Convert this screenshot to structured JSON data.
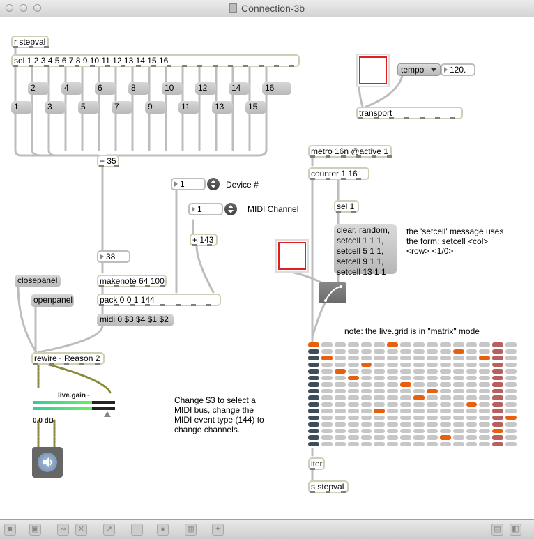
{
  "window": {
    "title": "Connection-3b"
  },
  "objects": {
    "r_stepval": "r stepval",
    "sel": "sel 1 2 3 4 5 6 7 8 9 10 11 12 13 14 15 16",
    "plus35": "+ 35",
    "number38": "38",
    "makenote": "makenote 64 100",
    "pack": "pack 0 0 1 144",
    "midi_msg": "midi 0 $3 $4 $1 $2",
    "closepanel": "closepanel",
    "openpanel": "openpanel",
    "rewire": "rewire~ Reason 2",
    "transport": "transport",
    "tempo_menu": "tempo",
    "tempo_value": "120.",
    "device_value": "1",
    "device_label": "Device #",
    "channel_value": "1",
    "channel_label": "MIDI Channel",
    "plus143": "+ 143",
    "metro": "metro 16n @active 1",
    "counter": "counter 1 16",
    "sel1": "sel 1",
    "setcell_msg": [
      "clear, random,",
      "setcell 1 1 1,",
      "setcell 5 1 1,",
      "setcell 9 1 1,",
      "setcell 13 1 1"
    ],
    "iter": "iter",
    "s_stepval": "s stepval"
  },
  "step_messages": [
    "1",
    "2",
    "3",
    "4",
    "5",
    "6",
    "7",
    "8",
    "9",
    "10",
    "11",
    "12",
    "13",
    "14",
    "15",
    "16"
  ],
  "comments": {
    "setcell_note": [
      "the 'setcell' message uses",
      "the form: setcell <col>",
      "<row> <1/0>"
    ],
    "grid_note": "note: the live.grid is in \"matrix\" mode",
    "midi_note": [
      "Change $3 to select a",
      "MIDI bus, change the",
      "MIDI event type (144) to",
      "change channels."
    ]
  },
  "live_gain": {
    "label": "live.gain~",
    "value": "0.0 dB",
    "level_fraction": 0.72
  },
  "live_grid": {
    "columns": 16,
    "rows": 16,
    "current_column": 15,
    "active_cells": [
      [
        1,
        0
      ],
      [
        2,
        2
      ],
      [
        3,
        4
      ],
      [
        4,
        5
      ],
      [
        5,
        3
      ],
      [
        6,
        10
      ],
      [
        7,
        0
      ],
      [
        8,
        6
      ],
      [
        9,
        8
      ],
      [
        10,
        7
      ],
      [
        11,
        14
      ],
      [
        12,
        1
      ],
      [
        13,
        9
      ],
      [
        14,
        2
      ],
      [
        15,
        13
      ],
      [
        16,
        11
      ]
    ],
    "colors": {
      "on": "#e8600e",
      "off": "#c7c7c7",
      "dark": "#3f4d5a",
      "current": "#b86060"
    }
  },
  "colors": {
    "object_border": "#cfcfb6",
    "message_fill": "#c8c8c8",
    "toggle_red": "#e02020"
  },
  "bottom_toolbar": {
    "icons": [
      "lock-icon",
      "presentation-icon",
      "patch-cord-icon",
      "close-icon",
      "inspector-icon",
      "info-icon",
      "midi-icon",
      "grid-icon",
      "sidebar-icon",
      "split-icon"
    ]
  }
}
